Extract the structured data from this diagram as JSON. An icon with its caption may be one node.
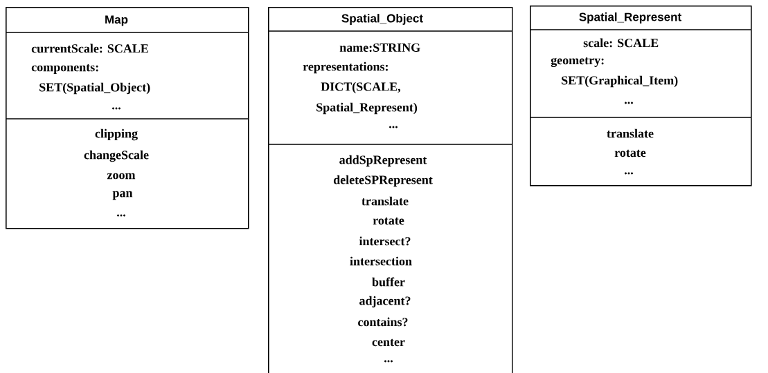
{
  "diagram": {
    "nodes": [
      {
        "text": [
          "Map",
          "currentScale: SCALE",
          "components:",
          "SET(Spatial_Object)",
          "...",
          "clipping",
          "changeScale",
          "zoom",
          "pan",
          "..."
        ]
      },
      {
        "text": [
          "Spatial_Object",
          "name:STRING",
          "representations:",
          "DICT(SCALE,",
          "Spatial_Represent)",
          "...",
          "addSpRepresent",
          "deleteSPRepresent",
          "translate",
          "rotate",
          "intersect?",
          "intersection",
          "buffer",
          "adjacent?",
          "contains?",
          "center",
          "..."
        ]
      },
      {
        "text": [
          "Spatial_Represent",
          "scale: SCALE",
          "geometry:",
          "SET(Graphical_Item)",
          "...",
          "translate",
          "rotate",
          "..."
        ]
      }
    ]
  }
}
